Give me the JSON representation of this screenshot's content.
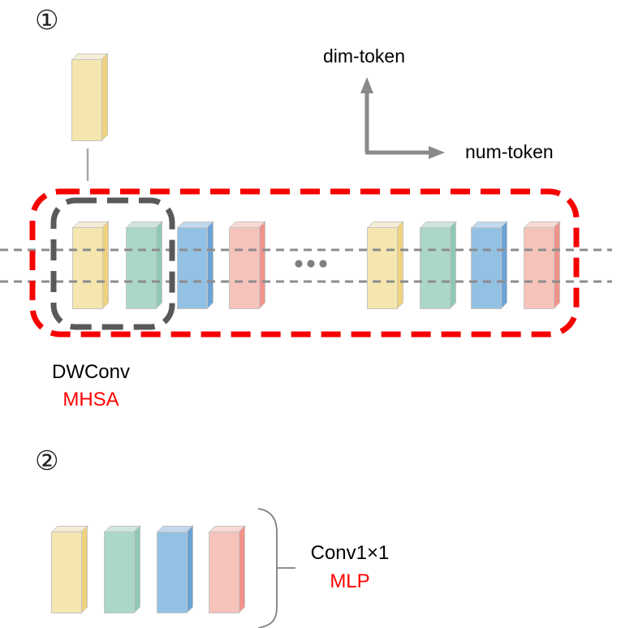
{
  "palette": {
    "yellow": {
      "front": "#F5E6AF",
      "side": "#EFD27E",
      "top": "#F5EDD5"
    },
    "green": {
      "front": "#ABD7C7",
      "side": "#90C8B6",
      "top": "#D0E6DD"
    },
    "blue": {
      "front": "#93C1E3",
      "side": "#6CA3D5",
      "top": "#C2D8EE"
    },
    "red": {
      "front": "#F6C3BB",
      "side": "#F0938B",
      "top": "#F8DAD4"
    }
  },
  "colors": {
    "red_box": "#F60000",
    "dark_box": "#595959",
    "grid_line": "#8C8C8C",
    "axis": "#8A8A8A",
    "connector": "#A6A6A6",
    "ellipsis": "#7F7F7F",
    "brace": "#808080",
    "red_text": "#FF0000",
    "black_text": "#000000",
    "badge_text": "#1F1F1F",
    "bar_outline": "#C4C4C4"
  },
  "section1": {
    "badge": "①",
    "single_token_color": "yellow",
    "axis": {
      "vertical_label": "dim-token",
      "horizontal_label": "num-token"
    },
    "token_sequence": [
      "yellow",
      "green",
      "blue",
      "red"
    ],
    "ellipsis": "···",
    "labels": {
      "black": "DWConv",
      "red": "MHSA"
    }
  },
  "section2": {
    "badge": "②",
    "token_sequence": [
      "yellow",
      "green",
      "blue",
      "red"
    ],
    "labels": {
      "black": "Conv1×1",
      "red": "MLP"
    }
  }
}
